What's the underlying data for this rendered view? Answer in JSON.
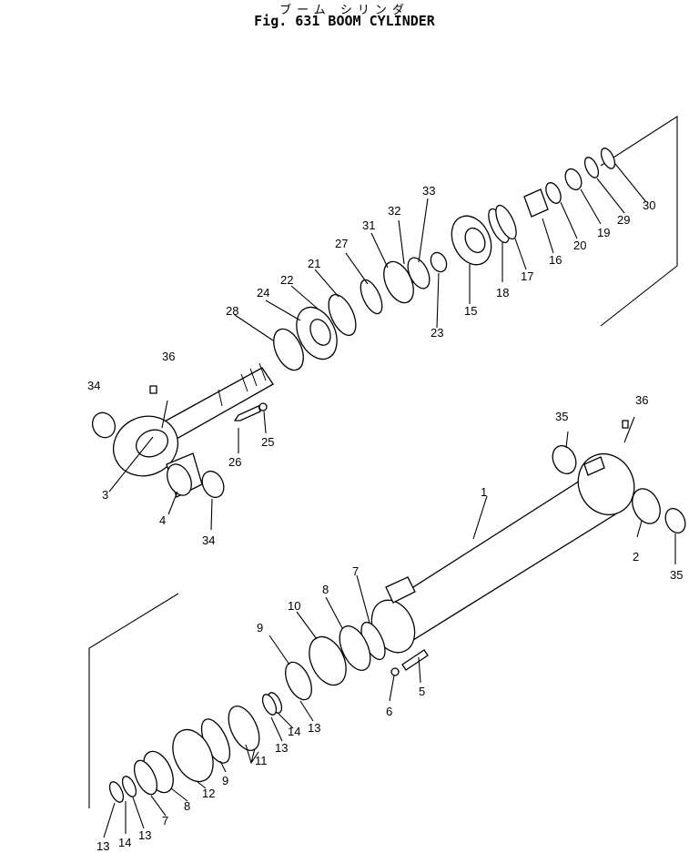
{
  "title": {
    "japanese": "ブーム シリンダ",
    "english": "Fig. 631 BOOM CYLINDER"
  },
  "callouts": {
    "c1": "1",
    "c2": "2",
    "c3": "3",
    "c4": "4",
    "c5": "5",
    "c6": "6",
    "c7a": "7",
    "c7b": "7",
    "c8a": "8",
    "c8b": "8",
    "c9a": "9",
    "c9b": "9",
    "c10": "10",
    "c11": "11",
    "c12": "12",
    "c13a": "13",
    "c13b": "13",
    "c13c": "13",
    "c13d": "13",
    "c14a": "14",
    "c14b": "14",
    "c15": "15",
    "c16": "16",
    "c17": "17",
    "c18": "18",
    "c19": "19",
    "c20": "20",
    "c21": "21",
    "c22": "22",
    "c23": "23",
    "c24": "24",
    "c25": "25",
    "c26": "26",
    "c27": "27",
    "c28": "28",
    "c29": "29",
    "c30": "30",
    "c31": "31",
    "c32": "32",
    "c33": "33",
    "c34a": "34",
    "c34b": "34",
    "c35a": "35",
    "c35b": "35",
    "c36a": "36",
    "c36b": "36"
  }
}
